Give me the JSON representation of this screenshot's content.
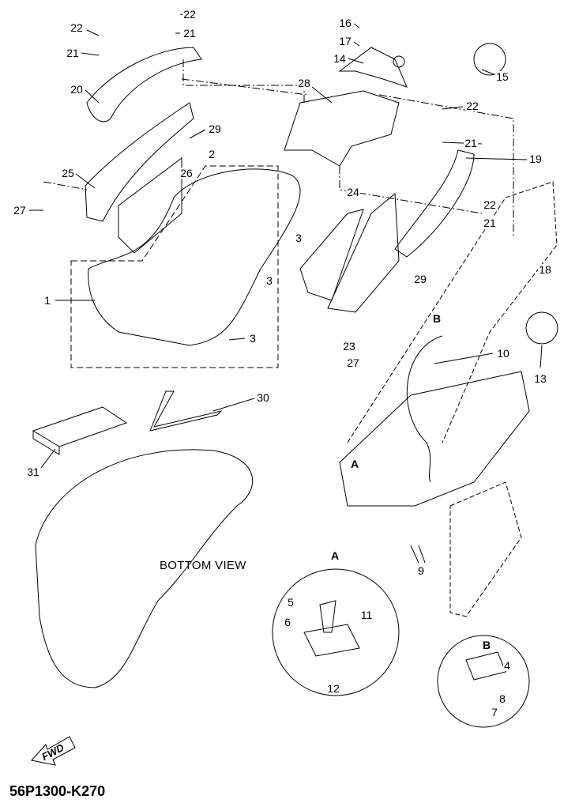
{
  "diagram": {
    "callouts": [
      "22",
      "21",
      "22",
      "21",
      "20",
      "29",
      "25",
      "26",
      "2",
      "27",
      "3",
      "3",
      "3",
      "1",
      "16",
      "17",
      "14",
      "15",
      "28",
      "22",
      "21",
      "19",
      "24",
      "22",
      "21",
      "29",
      "18",
      "B",
      "10",
      "13",
      "23",
      "27",
      "30",
      "31",
      "A",
      "9",
      "A",
      "5",
      "11",
      "6",
      "12",
      "B",
      "4",
      "8",
      "7"
    ],
    "bottom_view_label": "BOTTOM VIEW",
    "fwd_label": "FWD",
    "part_code": "56P1300-K270"
  }
}
